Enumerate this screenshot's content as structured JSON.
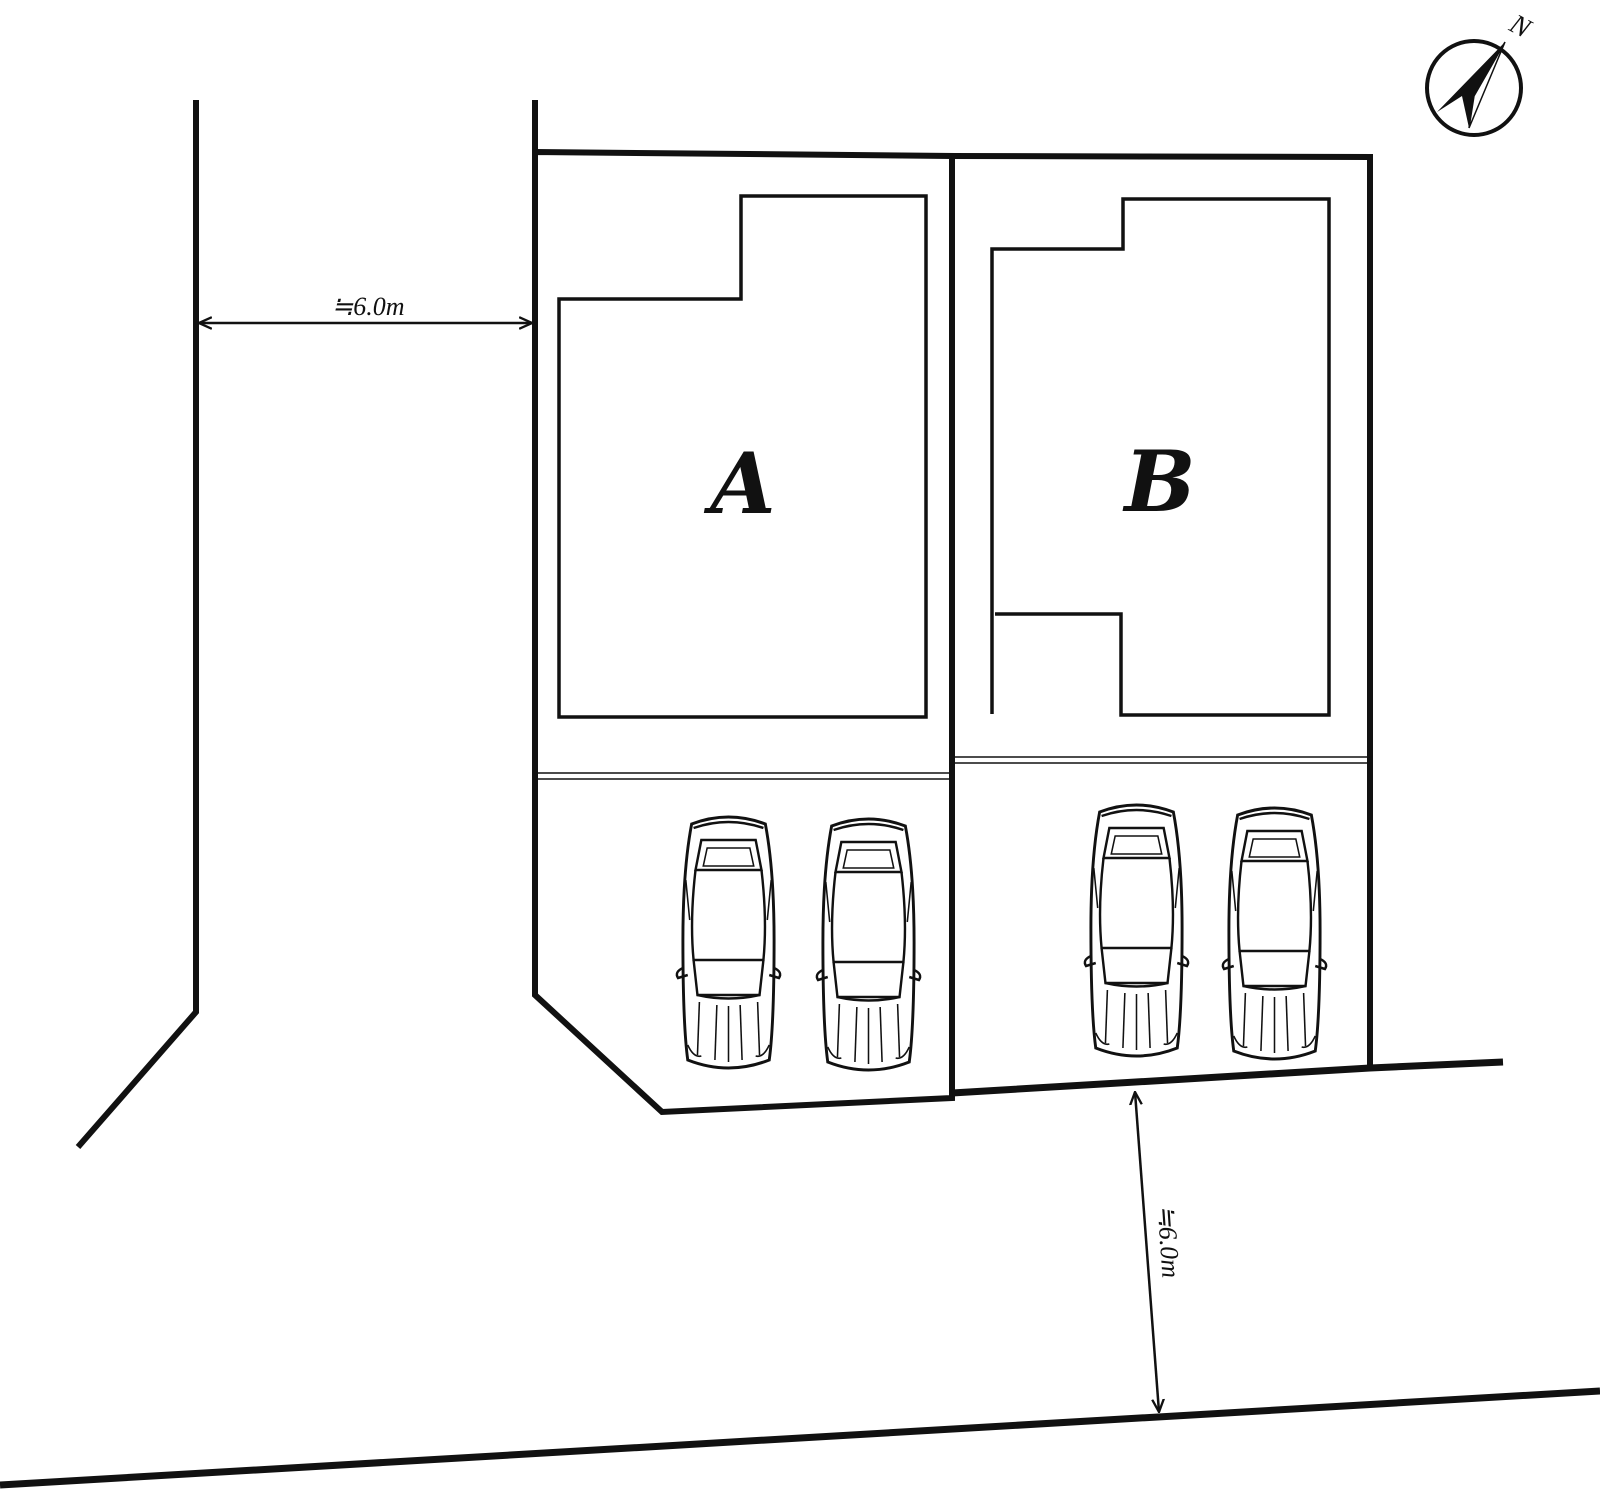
{
  "lots": [
    {
      "id": "lot-a",
      "label": "A"
    },
    {
      "id": "lot-b",
      "label": "B"
    }
  ],
  "dimensions": {
    "west_road_width": "≒6.0m",
    "south_road_width": "≒6.0m"
  },
  "compass": {
    "label": "N",
    "icon": "north-arrow-icon"
  },
  "parking": {
    "cars_per_lot": 2,
    "icon": "car-icon"
  },
  "colors": {
    "line": "#111111",
    "background": "#ffffff"
  }
}
